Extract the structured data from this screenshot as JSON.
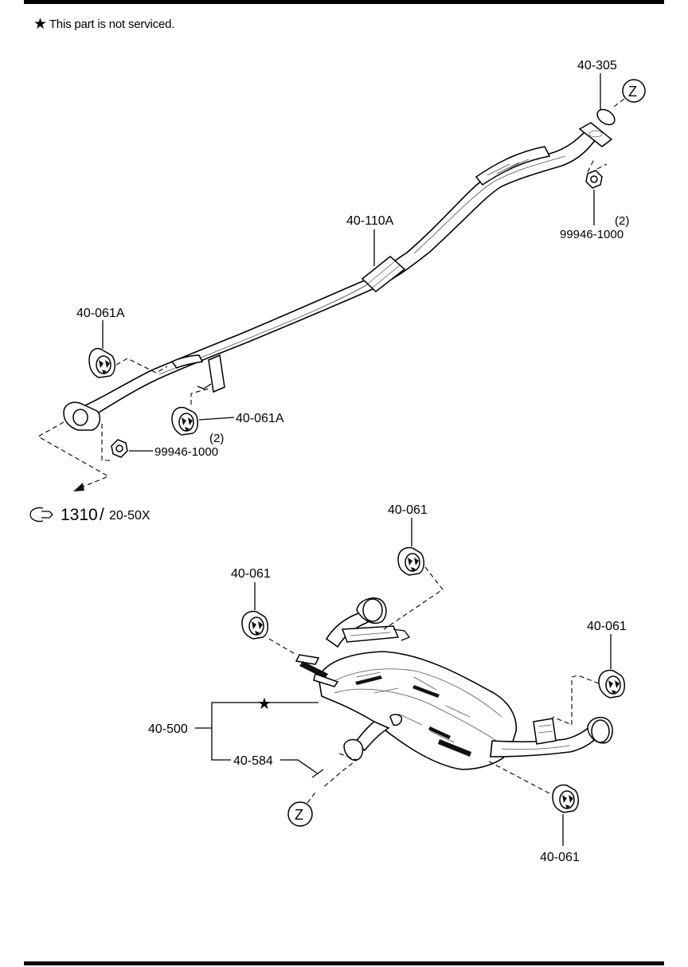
{
  "note": {
    "star": "★",
    "text": "This part is not serviced."
  },
  "callouts": {
    "gasket": "40-305",
    "front_pipe": "40-110A",
    "rubber_hanger_a1": "40-061A",
    "rubber_hanger_a2": "40-061A",
    "nut_rear": "99946-1000",
    "nut_rear_qty": "(2)",
    "nut_front": "99946-1000",
    "nut_front_qty": "(2)",
    "hanger_1": "40-061",
    "hanger_2": "40-061",
    "hanger_3": "40-061",
    "hanger_4": "40-061",
    "silencer": "40-500",
    "silencer_sub": "40-584",
    "star_marker": "★"
  },
  "reference": {
    "group": "1310",
    "separator": "/",
    "page": "20-50X"
  },
  "connector_symbol": "Z"
}
